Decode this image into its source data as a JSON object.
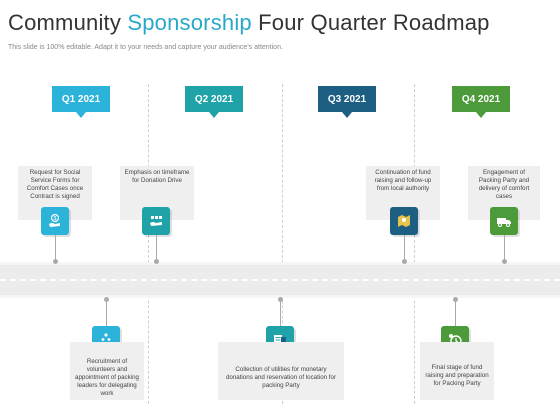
{
  "header": {
    "title_part1": "Community ",
    "title_highlight": "Sponsorship",
    "title_part2": " Four Quarter Roadmap",
    "subtitle": "This slide is 100% editable. Adapt it to your needs and capture your audience's attention."
  },
  "quarters": [
    {
      "label": "Q1 2021",
      "color": "#2bb3d9"
    },
    {
      "label": "Q2 2021",
      "color": "#1fa3a8"
    },
    {
      "label": "Q3 2021",
      "color": "#1c5f82"
    },
    {
      "label": "Q4 2021",
      "color": "#4c9a3a"
    }
  ],
  "top_items": [
    {
      "text": "Request for Social Service Forms for Comfort Cases once Contract is signed",
      "icon": "hand-money-icon",
      "color": "#2bb3d9"
    },
    {
      "text": "Emphasis on timeframe for Donation Drive",
      "icon": "donation-hand-icon",
      "color": "#1fa3a8"
    },
    {
      "text": "Continuation of fund raising and follow-up from local authority",
      "icon": "map-location-icon",
      "color": "#1c5f82"
    },
    {
      "text": "Engagement of Packing Party and delivery of comfort cases",
      "icon": "delivery-truck-icon",
      "color": "#4c9a3a"
    }
  ],
  "bottom_items": [
    {
      "text": "Recruitment of volunteers and appointment of packing leaders for delegating work",
      "icon": "team-hierarchy-icon",
      "color": "#2bb3d9"
    },
    {
      "text": "Collection of utilities for monetary donations and reservation of location for packing Party",
      "icon": "utilities-icon",
      "color": "#1fa3a8"
    },
    {
      "text": "Final stage of fund raising and preparation for Packing Party",
      "icon": "clock-deadline-icon",
      "color": "#4c9a3a"
    }
  ]
}
